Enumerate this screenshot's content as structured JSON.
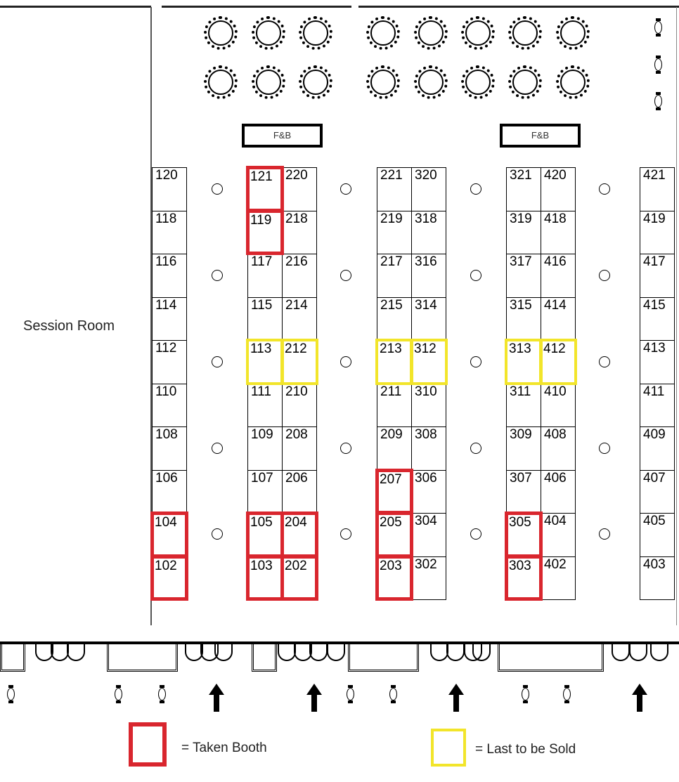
{
  "session_room_label": "Session Room",
  "fb_labels": [
    "F&B",
    "F&B"
  ],
  "colors": {
    "taken": "#d9262e",
    "last": "#f2e52a"
  },
  "booth_columns": [
    {
      "id": "A",
      "booths": [
        "120",
        "118",
        "116",
        "114",
        "112",
        "110",
        "108",
        "106",
        "104",
        "102"
      ]
    },
    {
      "id": "B",
      "booths": [
        "121",
        "119",
        "117",
        "115",
        "113",
        "111",
        "109",
        "107",
        "105",
        "103"
      ]
    },
    {
      "id": "C",
      "booths": [
        "220",
        "218",
        "216",
        "214",
        "212",
        "210",
        "208",
        "206",
        "204",
        "202"
      ]
    },
    {
      "id": "D",
      "booths": [
        "221",
        "219",
        "217",
        "215",
        "213",
        "211",
        "209",
        "207",
        "205",
        "203"
      ]
    },
    {
      "id": "E",
      "booths": [
        "320",
        "318",
        "316",
        "314",
        "312",
        "310",
        "308",
        "306",
        "304",
        "302"
      ]
    },
    {
      "id": "F",
      "booths": [
        "321",
        "319",
        "317",
        "315",
        "313",
        "311",
        "309",
        "307",
        "305",
        "303"
      ]
    },
    {
      "id": "G",
      "booths": [
        "420",
        "418",
        "416",
        "414",
        "412",
        "410",
        "408",
        "406",
        "404",
        "402"
      ]
    },
    {
      "id": "H",
      "booths": [
        "421",
        "419",
        "417",
        "415",
        "413",
        "411",
        "409",
        "407",
        "405",
        "403"
      ]
    }
  ],
  "taken_booths": [
    "121",
    "119",
    "104",
    "102",
    "105",
    "103",
    "204",
    "202",
    "207",
    "205",
    "203",
    "305",
    "303"
  ],
  "last_to_be_sold_booths": [
    "113",
    "212",
    "213",
    "312",
    "313",
    "412"
  ],
  "legend": {
    "taken_label": "= Taken Booth",
    "last_label": "= Last to be Sold"
  }
}
